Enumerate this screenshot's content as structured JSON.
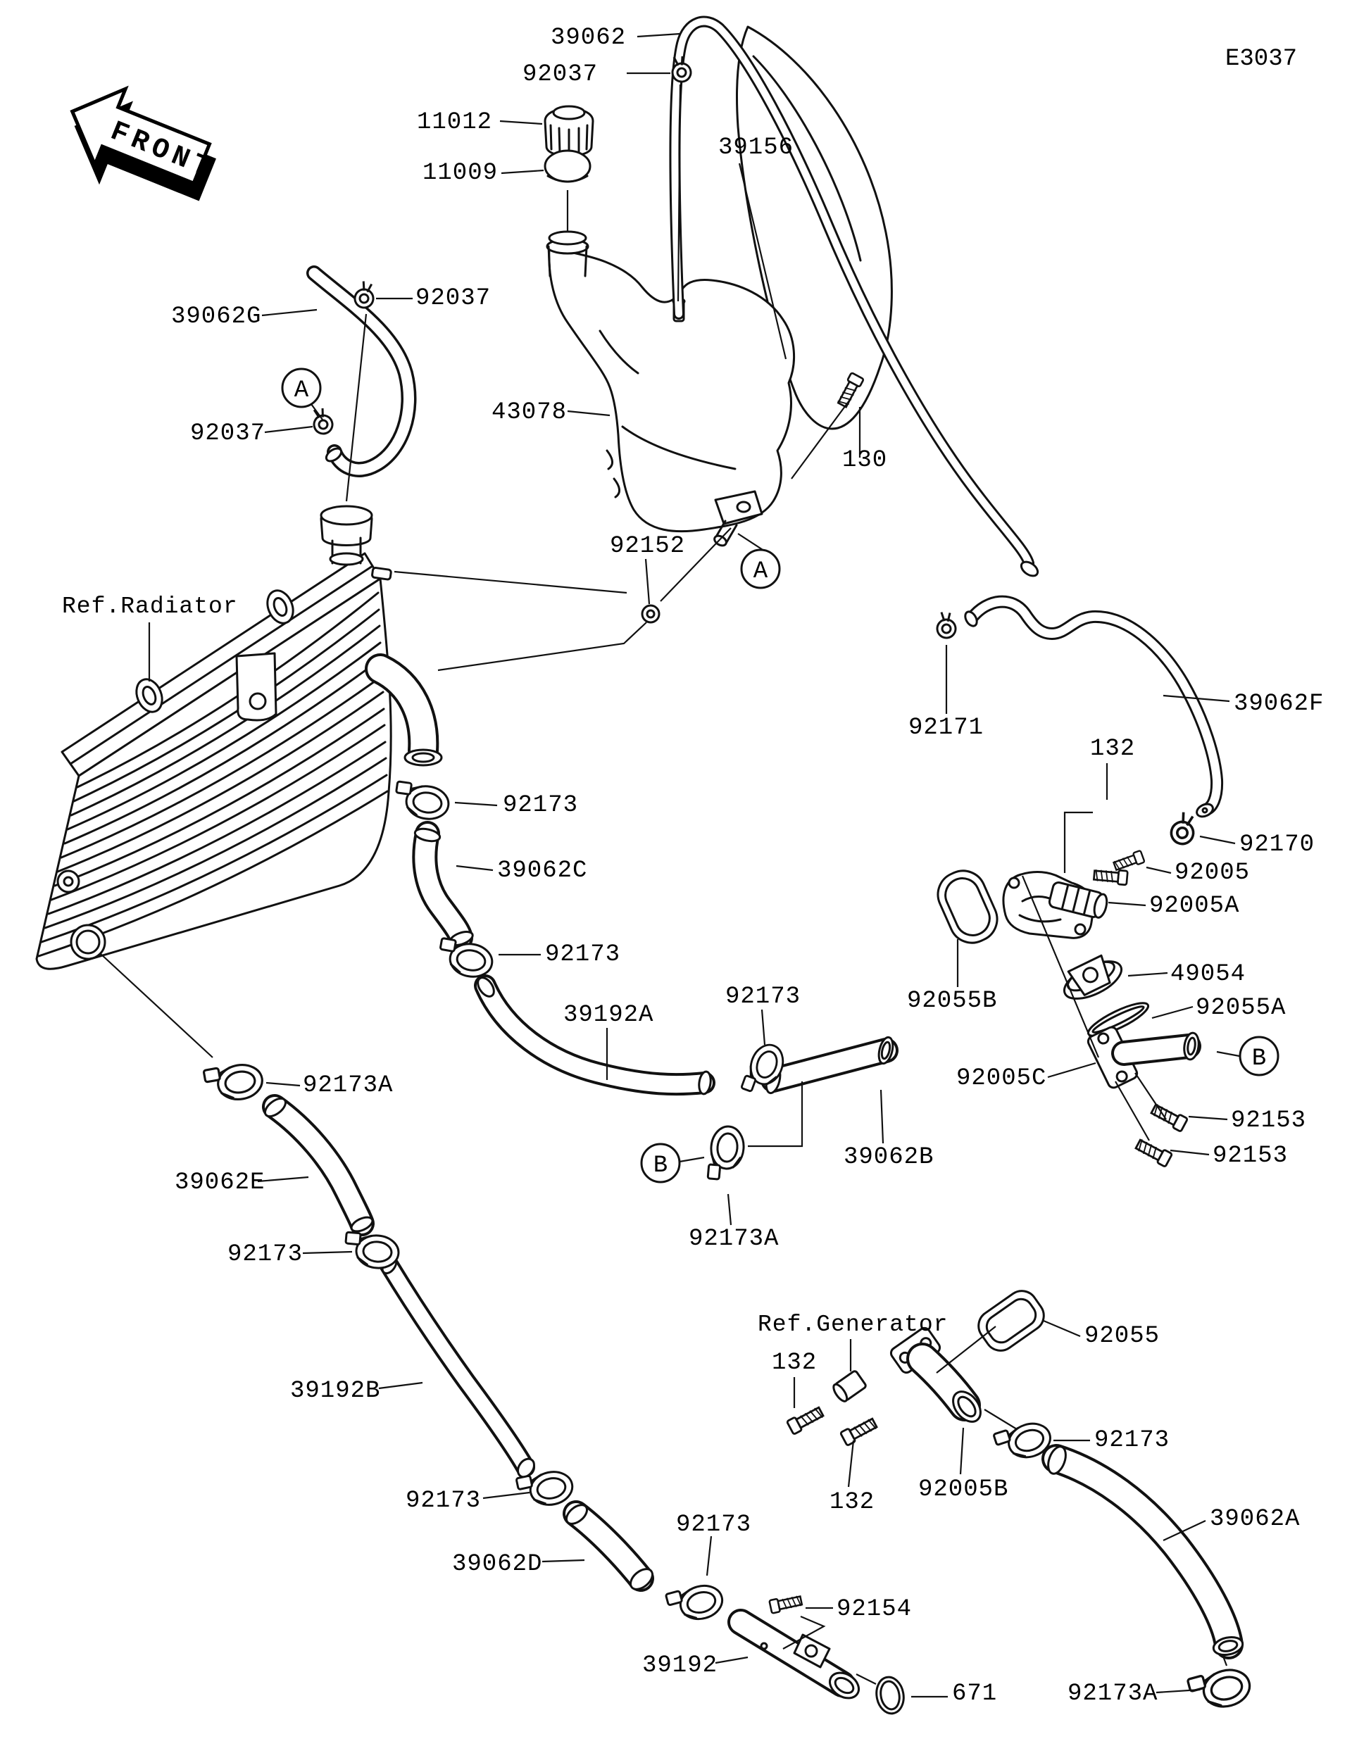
{
  "diagram": {
    "code": "E3037",
    "front_label": "FRONT",
    "references": [
      {
        "label": "Ref.Radiator"
      },
      {
        "label": "Ref.Generator"
      }
    ],
    "callouts": [
      {
        "letter": "A"
      },
      {
        "letter": "A"
      },
      {
        "letter": "B"
      },
      {
        "letter": "B"
      }
    ],
    "colors": {
      "ink": "#111111",
      "background": "#ffffff"
    },
    "part_labels": [
      {
        "text": "39062"
      },
      {
        "text": "92037"
      },
      {
        "text": "11012"
      },
      {
        "text": "11009"
      },
      {
        "text": "39156"
      },
      {
        "text": "39062G"
      },
      {
        "text": "92037"
      },
      {
        "text": "92037"
      },
      {
        "text": "43078"
      },
      {
        "text": "130"
      },
      {
        "text": "92152"
      },
      {
        "text": "92171"
      },
      {
        "text": "39062F"
      },
      {
        "text": "132"
      },
      {
        "text": "92170"
      },
      {
        "text": "92005"
      },
      {
        "text": "92005A"
      },
      {
        "text": "92055B"
      },
      {
        "text": "49054"
      },
      {
        "text": "92055A"
      },
      {
        "text": "92005C"
      },
      {
        "text": "92153"
      },
      {
        "text": "92153"
      },
      {
        "text": "92173"
      },
      {
        "text": "39062C"
      },
      {
        "text": "92173"
      },
      {
        "text": "39192A"
      },
      {
        "text": "92173"
      },
      {
        "text": "39062B"
      },
      {
        "text": "92173A"
      },
      {
        "text": "39062E"
      },
      {
        "text": "92173"
      },
      {
        "text": "92173A"
      },
      {
        "text": "92055"
      },
      {
        "text": "132"
      },
      {
        "text": "132"
      },
      {
        "text": "92005B"
      },
      {
        "text": "92173"
      },
      {
        "text": "39062A"
      },
      {
        "text": "39192B"
      },
      {
        "text": "92173"
      },
      {
        "text": "39062D"
      },
      {
        "text": "92173"
      },
      {
        "text": "92154"
      },
      {
        "text": "39192"
      },
      {
        "text": "671"
      },
      {
        "text": "92173A"
      }
    ]
  }
}
